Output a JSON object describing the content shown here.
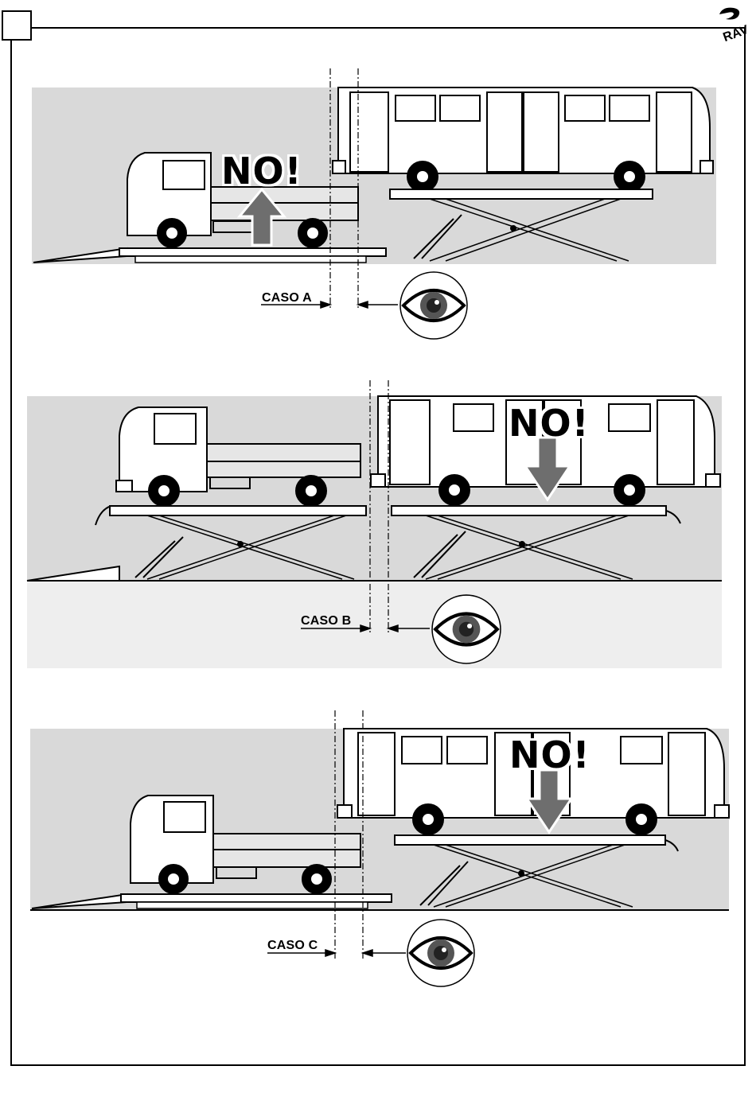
{
  "header": {
    "logo_icon": "ravaglioli-logo-icon",
    "logo_text": "RAV"
  },
  "panels": [
    {
      "id": "a",
      "case_label": "CASO A",
      "warning": "NO!",
      "arrow_direction": "up"
    },
    {
      "id": "b",
      "case_label": "CASO B",
      "warning": "NO!",
      "arrow_direction": "down"
    },
    {
      "id": "c",
      "case_label": "CASO C",
      "warning": "NO!",
      "arrow_direction": "down"
    }
  ],
  "colors": {
    "background": "#ffffff",
    "scene_gray": "#d9d9d9",
    "line": "#000000",
    "arrow_fill": "#6e6e6e"
  }
}
